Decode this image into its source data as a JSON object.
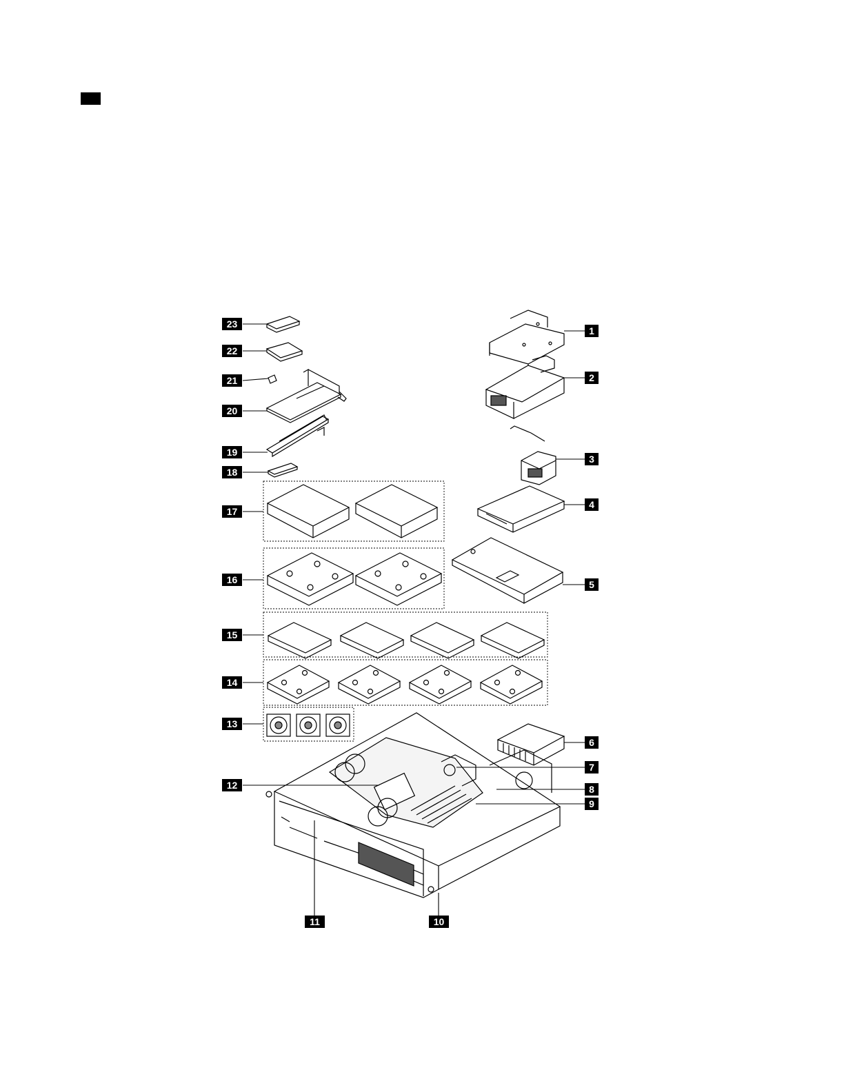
{
  "page": {
    "corner_mark": "black-rectangle-marker"
  },
  "diagram": {
    "callouts": [
      {
        "id": "1",
        "label": "1"
      },
      {
        "id": "2",
        "label": "2"
      },
      {
        "id": "3",
        "label": "3"
      },
      {
        "id": "4",
        "label": "4"
      },
      {
        "id": "5",
        "label": "5"
      },
      {
        "id": "6",
        "label": "6"
      },
      {
        "id": "7",
        "label": "7"
      },
      {
        "id": "8",
        "label": "8"
      },
      {
        "id": "9",
        "label": "9"
      },
      {
        "id": "10",
        "label": "10"
      },
      {
        "id": "11",
        "label": "11"
      },
      {
        "id": "12",
        "label": "12"
      },
      {
        "id": "13",
        "label": "13"
      },
      {
        "id": "14",
        "label": "14"
      },
      {
        "id": "15",
        "label": "15"
      },
      {
        "id": "16",
        "label": "16"
      },
      {
        "id": "17",
        "label": "17"
      },
      {
        "id": "18",
        "label": "18"
      },
      {
        "id": "19",
        "label": "19"
      },
      {
        "id": "20",
        "label": "20"
      },
      {
        "id": "21",
        "label": "21"
      },
      {
        "id": "22",
        "label": "22"
      },
      {
        "id": "23",
        "label": "23"
      }
    ],
    "colors": {
      "ink": "#000000",
      "paper": "#ffffff",
      "shade": "#cfcfcf"
    }
  }
}
